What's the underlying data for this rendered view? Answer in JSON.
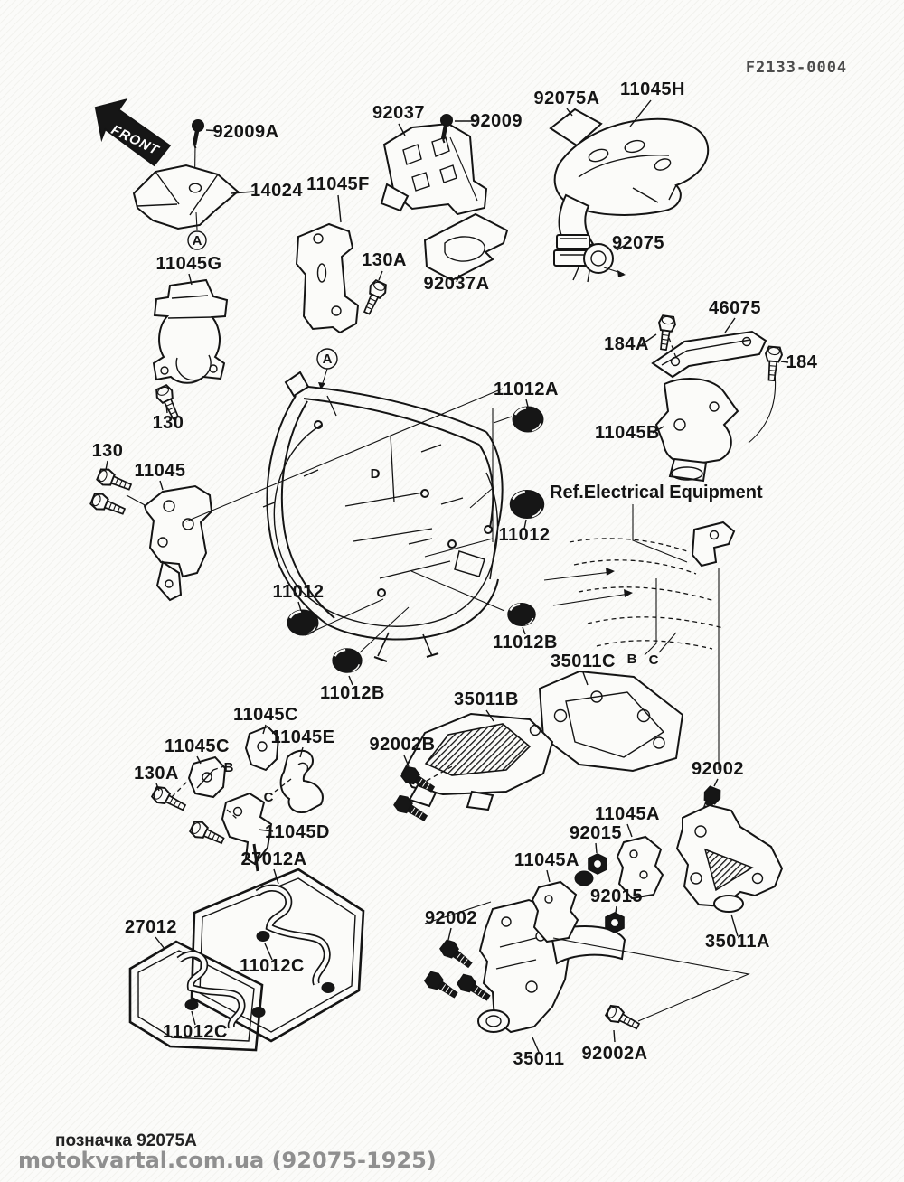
{
  "doc": {
    "code": "F2133-0004",
    "front": "FRONT",
    "ref_note": "Ref.Electrical  Equipment",
    "note_bottom": "позначка 92075A",
    "site": "motokvartal.com.ua (92075-1925)"
  },
  "letters": {
    "a": "A",
    "b": "B",
    "c": "C",
    "d": "D"
  },
  "colors": {
    "ink": "#141414",
    "muted": "#8f8f8f",
    "bg": "#fbfbf9",
    "hatch": "#f0f0ec"
  },
  "callouts": [
    {
      "text": "92009A"
    },
    {
      "text": "14024"
    },
    {
      "text": "11045G"
    },
    {
      "text": "130"
    },
    {
      "text": "92037"
    },
    {
      "text": "92009"
    },
    {
      "text": "11045F"
    },
    {
      "text": "130A"
    },
    {
      "text": "92037A"
    },
    {
      "text": "92075A"
    },
    {
      "text": "11045H"
    },
    {
      "text": "92075"
    },
    {
      "text": "F2133-0004"
    },
    {
      "text": "130"
    },
    {
      "text": "11045"
    },
    {
      "text": "11012A"
    },
    {
      "text": "11012"
    },
    {
      "text": "11012"
    },
    {
      "text": "11012B"
    },
    {
      "text": "11012B"
    },
    {
      "text": "46075"
    },
    {
      "text": "184A"
    },
    {
      "text": "184"
    },
    {
      "text": "11045B"
    },
    {
      "text": "Ref.Electrical  Equipment"
    },
    {
      "text": "35011C"
    },
    {
      "text": "35011B"
    },
    {
      "text": "92002B"
    },
    {
      "text": "11045C"
    },
    {
      "text": "11045C"
    },
    {
      "text": "11045E"
    },
    {
      "text": "130A"
    },
    {
      "text": "11045D"
    },
    {
      "text": "27012A"
    },
    {
      "text": "27012"
    },
    {
      "text": "11012C"
    },
    {
      "text": "11012C"
    },
    {
      "text": "92002"
    },
    {
      "text": "92015"
    },
    {
      "text": "11045A"
    },
    {
      "text": "11045A"
    },
    {
      "text": "92015"
    },
    {
      "text": "92002"
    },
    {
      "text": "35011A"
    },
    {
      "text": "35011"
    },
    {
      "text": "92002A"
    }
  ]
}
